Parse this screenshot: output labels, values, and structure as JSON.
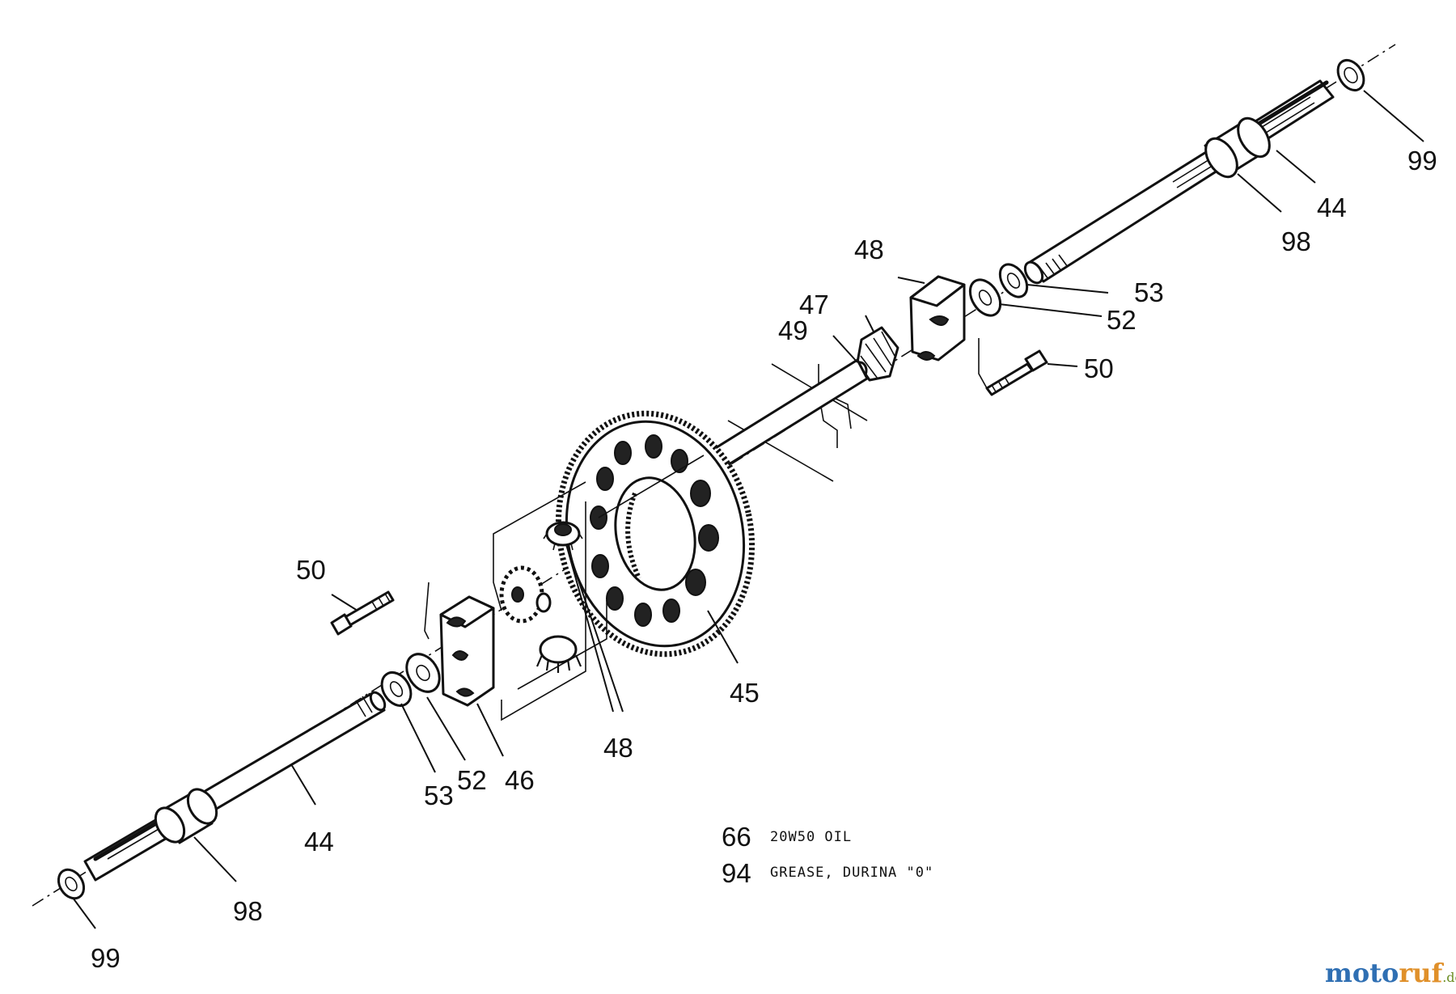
{
  "callouts": {
    "c99_top": "99",
    "c44_top": "44",
    "c98_top": "98",
    "c48_top": "48",
    "c53_right": "53",
    "c52_right": "52",
    "c47": "47",
    "c49": "49",
    "c50_right": "50",
    "c50_left": "50",
    "c45": "45",
    "c48_bottom": "48",
    "c53_left": "53",
    "c52_left": "52",
    "c46": "46",
    "c44_bottom": "44",
    "c98_bottom": "98",
    "c99_bottom": "99"
  },
  "notes": [
    {
      "number": "66",
      "text": "20W50 OIL"
    },
    {
      "number": "94",
      "text": "GREASE, DURINA \"0\""
    }
  ],
  "watermark": {
    "part1": "moto",
    "part2": "ruf",
    "part3": ".de"
  }
}
